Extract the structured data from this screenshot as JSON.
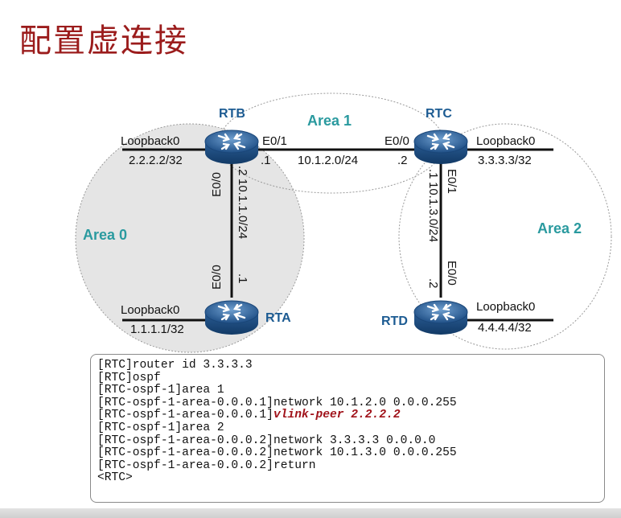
{
  "title": "配置虚连接",
  "routers": {
    "rtb": "RTB",
    "rtc": "RTC",
    "rta": "RTA",
    "rtd": "RTD"
  },
  "areas": {
    "area0": "Area 0",
    "area1": "Area 1",
    "area2": "Area 2"
  },
  "loopbacks": {
    "rtb": {
      "name": "Loopback0",
      "ip": "2.2.2.2/32"
    },
    "rtc": {
      "name": "Loopback0",
      "ip": "3.3.3.3/32"
    },
    "rta": {
      "name": "Loopback0",
      "ip": "1.1.1.1/32"
    },
    "rtd": {
      "name": "Loopback0",
      "ip": "4.4.4.4/32"
    }
  },
  "links": {
    "rtb_rtc": {
      "if_rtb": "E0/1",
      "if_rtc": "E0/0",
      "subnet": "10.1.2.0/24",
      "host_rtb": ".1",
      "host_rtc": ".2"
    },
    "rtb_rta": {
      "if_rtb": "E0/0",
      "if_rta": "E0/0",
      "subnet": "10.1.1.0/24",
      "host_rtb": ".2",
      "host_rta": ".1"
    },
    "rtc_rtd": {
      "if_rtc": "E0/1",
      "if_rtd": "E0/0",
      "subnet": "10.1.3.0/24",
      "host_rtc": ".1",
      "host_rtd": ".2"
    }
  },
  "config": {
    "lines": [
      "[RTC]router id 3.3.3.3",
      "[RTC]ospf",
      "[RTC-ospf-1]area 1",
      "[RTC-ospf-1-area-0.0.0.1]network 10.1.2.0 0.0.0.255"
    ],
    "vlink_prompt": "[RTC-ospf-1-area-0.0.0.1]",
    "vlink_cmd": "vlink-peer 2.2.2.2",
    "lines_after": [
      "[RTC-ospf-1]area 2",
      "[RTC-ospf-1-area-0.0.0.2]network 3.3.3.3 0.0.0.0",
      "[RTC-ospf-1-area-0.0.0.2]network 10.1.3.0 0.0.0.255",
      "[RTC-ospf-1-area-0.0.0.2]return",
      "<RTC>"
    ]
  },
  "colors": {
    "title": "#9b1c1c",
    "router_label": "#1c5b92",
    "area_label": "#2a9a9f",
    "highlight": "#a0121a"
  }
}
